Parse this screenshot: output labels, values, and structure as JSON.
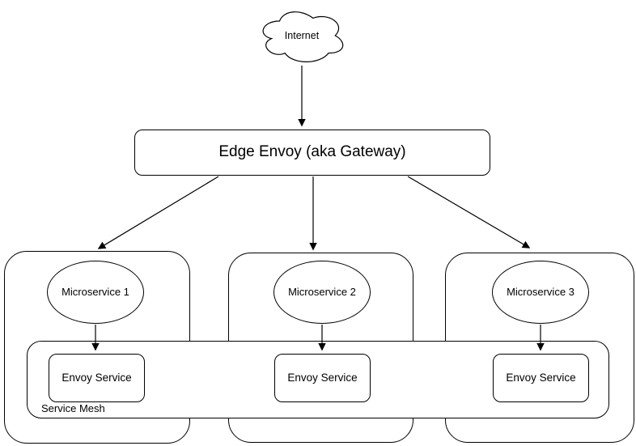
{
  "diagram": {
    "nodes": {
      "internet": {
        "label": "Internet",
        "shape": "cloud"
      },
      "gateway": {
        "label": "Edge Envoy (aka Gateway)",
        "shape": "rounded-rect"
      },
      "service_mesh": {
        "label": "Service Mesh",
        "shape": "rounded-rect"
      },
      "microservices": [
        {
          "name": "Microservice 1",
          "sidecar": "Envoy Service"
        },
        {
          "name": "Microservice 2",
          "sidecar": "Envoy Service"
        },
        {
          "name": "Microservice 3",
          "sidecar": "Envoy Service"
        }
      ]
    },
    "edges": [
      {
        "from": "internet",
        "to": "gateway"
      },
      {
        "from": "gateway",
        "to": "microservice-1"
      },
      {
        "from": "gateway",
        "to": "microservice-2"
      },
      {
        "from": "gateway",
        "to": "microservice-3"
      },
      {
        "from": "microservice-1",
        "to": "envoy-service-1"
      },
      {
        "from": "microservice-2",
        "to": "envoy-service-2"
      },
      {
        "from": "microservice-3",
        "to": "envoy-service-3"
      }
    ],
    "colors": {
      "stroke": "#000000",
      "fill": "#ffffff",
      "text": "#000000",
      "background": "#ffffff"
    }
  }
}
